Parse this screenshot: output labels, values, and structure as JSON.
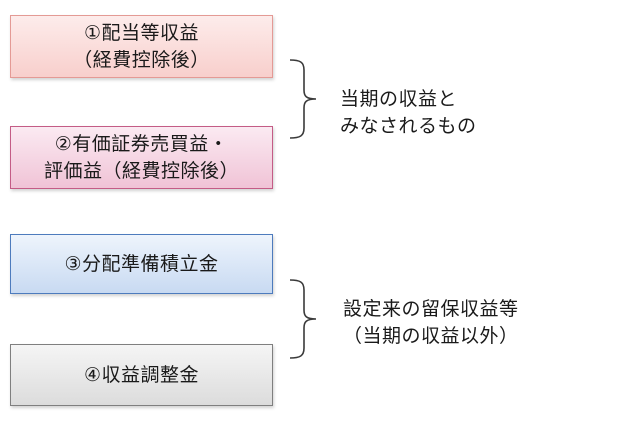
{
  "boxes": [
    {
      "text": "①配当等収益\n（経費控除後）",
      "fill": "#f8cfcc",
      "border": "#e49a95"
    },
    {
      "text": "②有価証券売買益・\n評価益（経費控除後）",
      "fill": "#f0c3d6",
      "border": "#c45c86"
    },
    {
      "text": "③分配準備積立金",
      "fill": "#c8daf2",
      "border": "#4d7bbd"
    },
    {
      "text": "④収益調整金",
      "fill": "#dcdcdc",
      "border": "#7f7f7f"
    }
  ],
  "groups": [
    {
      "label": "当期の収益と\nみなされるもの"
    },
    {
      "label": "設定来の留保収益等\n（当期の収益以外）"
    }
  ]
}
